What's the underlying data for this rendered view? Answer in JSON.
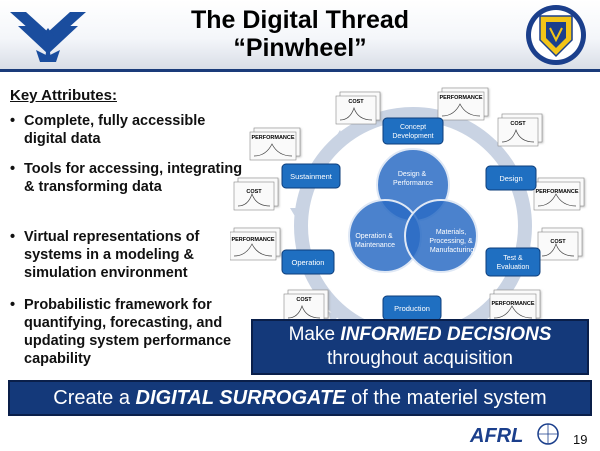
{
  "header": {
    "title_line1": "The Digital Thread",
    "title_line2": "“Pinwheel”"
  },
  "left_logo": {
    "icon": "air-force-symbol-icon"
  },
  "right_logo": {
    "icon": "afrl-crest-icon"
  },
  "key_attributes": {
    "heading": "Key Attributes:",
    "items": [
      "Complete, fully accessible digital data",
      "Tools for accessing, integrating & transforming data",
      "Virtual representations of systems in a modeling & simulation environment",
      "Probabilistic framework for quantifying, forecasting, and updating system performance capability"
    ]
  },
  "pinwheel": {
    "stages": [
      "Concept Development",
      "Design",
      "Test & Evaluation",
      "Production",
      "Operation",
      "Sustainment"
    ],
    "venn": [
      "Design & Performance",
      "Operation & Maintenance",
      "Materials, Processing, & Manufacturing"
    ],
    "card_labels": {
      "cost": "COST",
      "performance": "PERFORMANCE"
    }
  },
  "banners": {
    "informed": {
      "pre": "Make ",
      "emphasis": "INFORMED DECISIONS",
      "line2": "throughout acquisition"
    },
    "surrogate": {
      "pre": "Create a ",
      "emphasis": "DIGITAL SURROGATE",
      "post": " of the materiel system"
    }
  },
  "footer": {
    "logo_text": "AFRL",
    "page_number": "19"
  },
  "colors": {
    "navy": "#14397a",
    "stage_blue": "#1f6fc1",
    "ring": "#c9d3e3",
    "venn": "#2b6cc4"
  }
}
